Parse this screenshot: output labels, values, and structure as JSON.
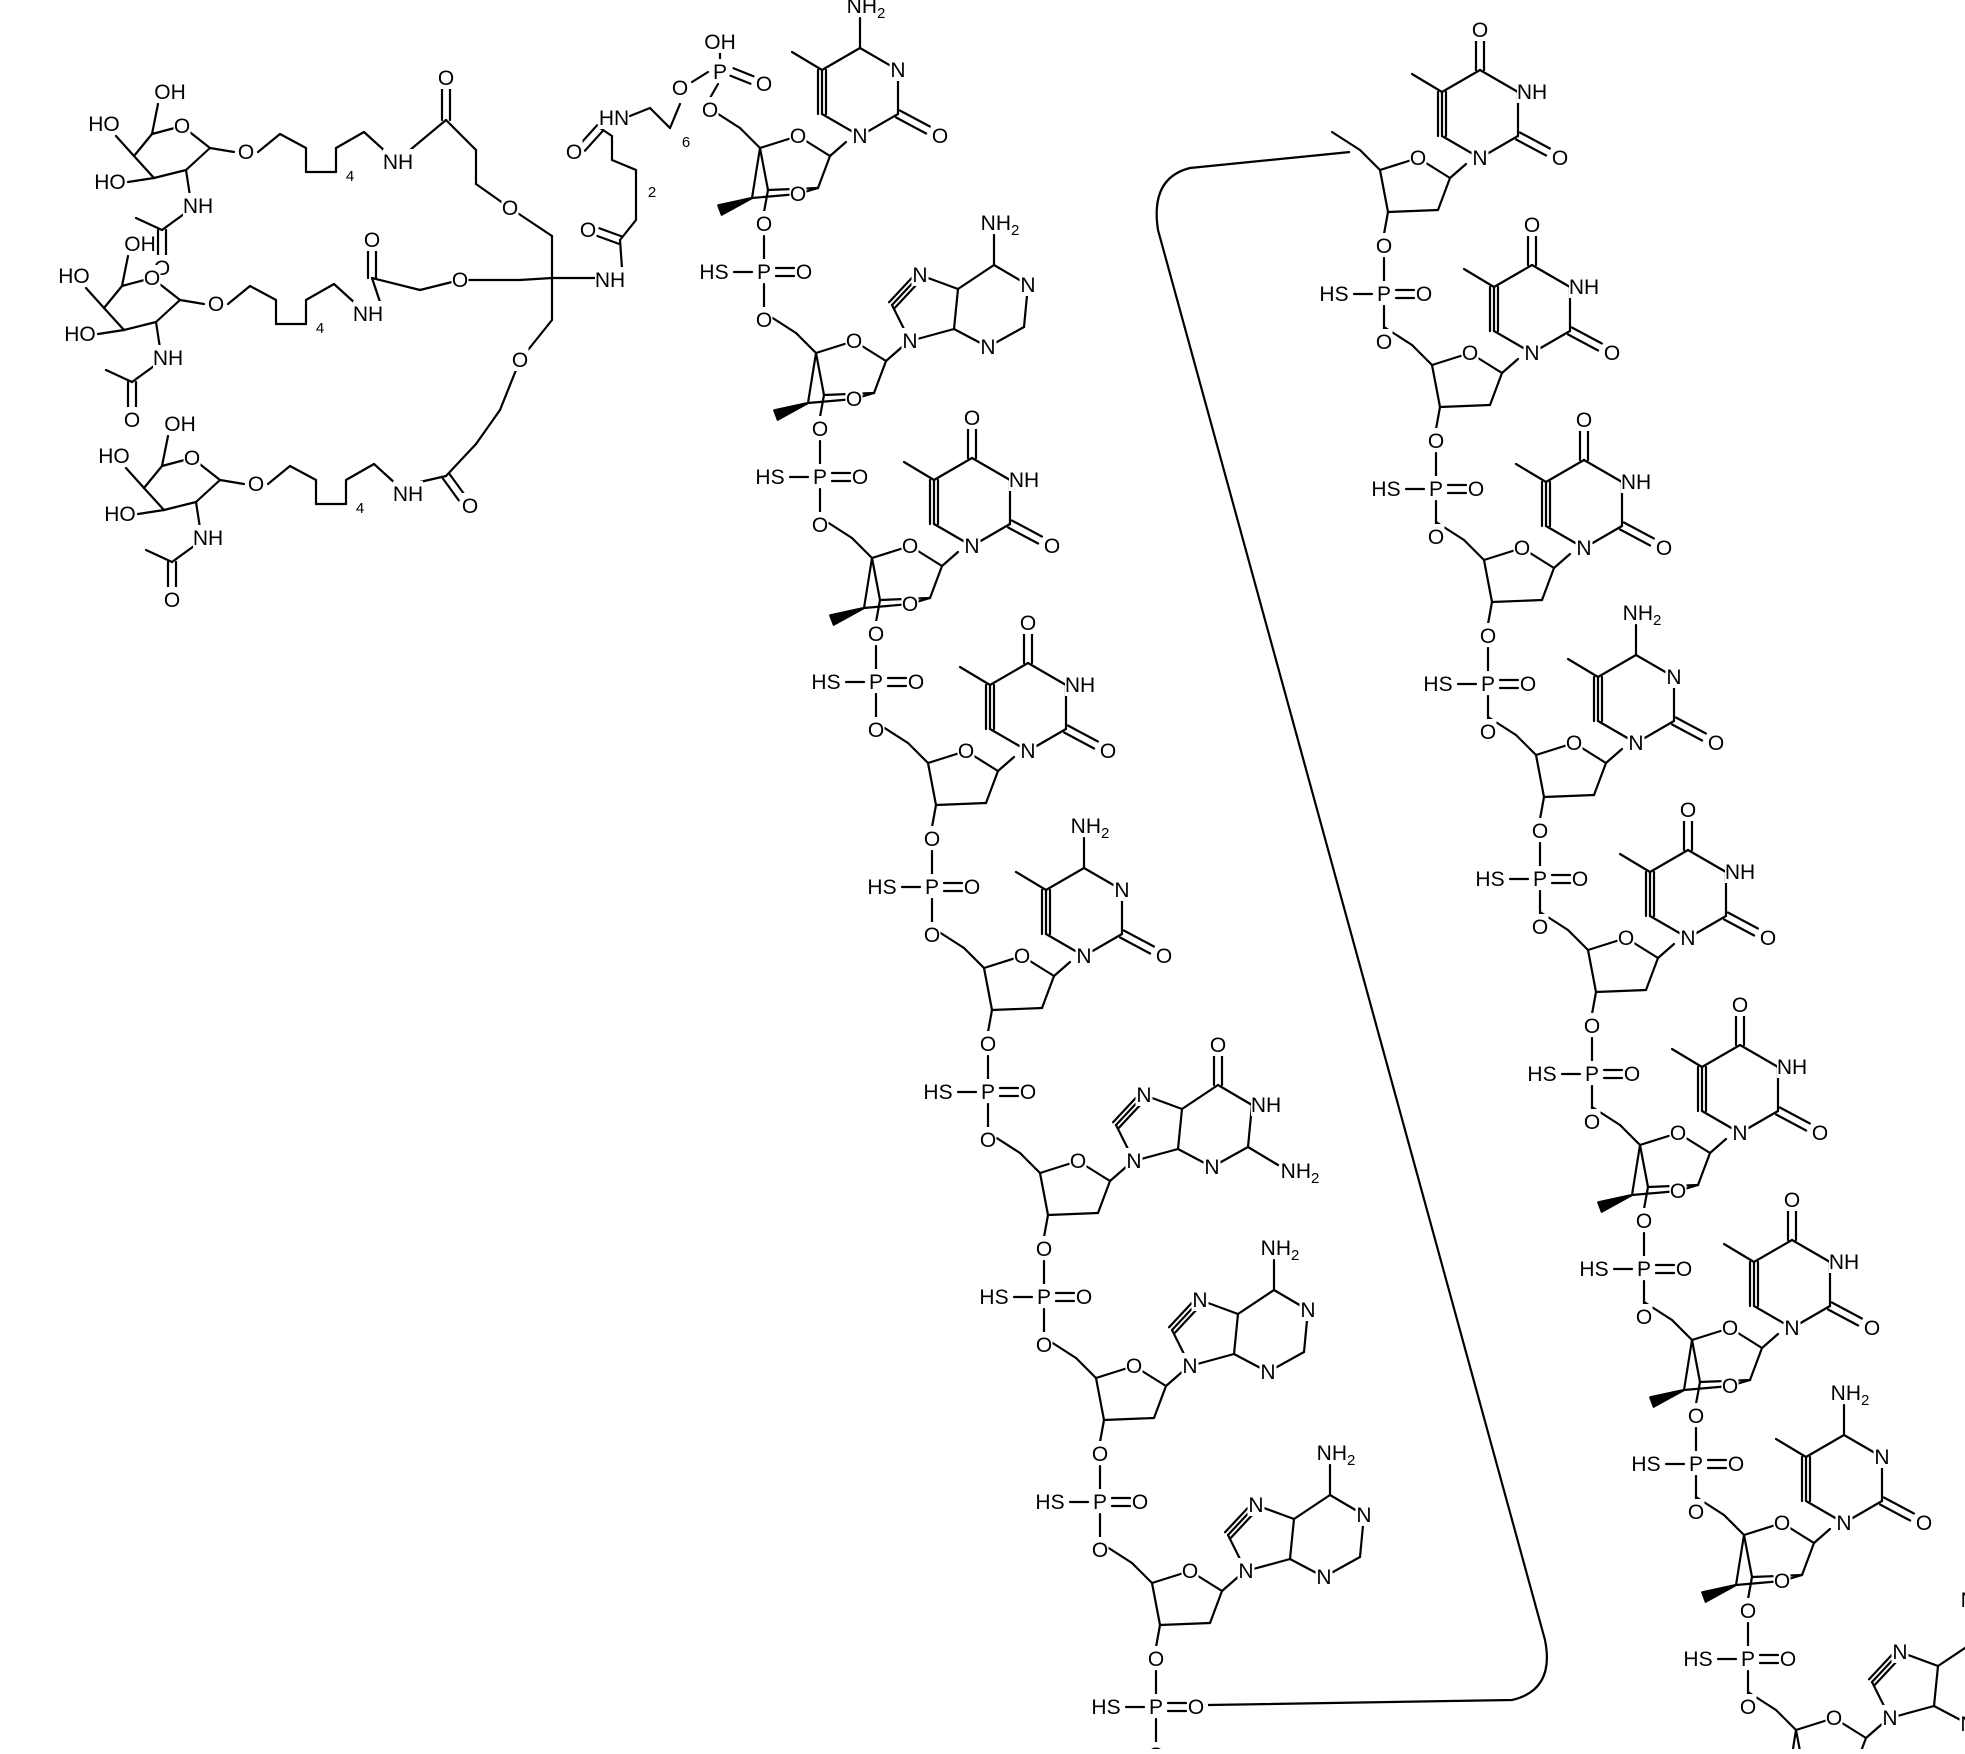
{
  "labels": {
    "oh": "OH",
    "ho": "HO",
    "nh": "NH",
    "hn": "HN",
    "n": "N",
    "o": "O",
    "p": "P",
    "hs": "HS",
    "nh2": "NH2",
    "h": "H"
  },
  "subscripts": {
    "four": "4",
    "two": "2",
    "six": "6"
  },
  "ligand": {
    "galnac_count": 3,
    "linker_repeat_hexyl": "4",
    "spacer_propyl": "2",
    "amino_hexyl": "6"
  },
  "strand_left": {
    "bases": [
      "C",
      "A",
      "T",
      "T",
      "C",
      "G",
      "A",
      "A"
    ],
    "sugars": [
      "LNA",
      "LNA",
      "LNA",
      "DNA",
      "DNA",
      "DNA",
      "DNA",
      "DNA"
    ]
  },
  "strand_right": {
    "bases": [
      "T",
      "T",
      "T",
      "C",
      "T",
      "T",
      "T",
      "C",
      "A"
    ],
    "sugars": [
      "DNA",
      "DNA",
      "DNA",
      "DNA",
      "DNA",
      "LNA",
      "LNA",
      "LNA",
      "LNA"
    ]
  },
  "colors": {
    "ink": "#000000",
    "paper": "#ffffff"
  }
}
